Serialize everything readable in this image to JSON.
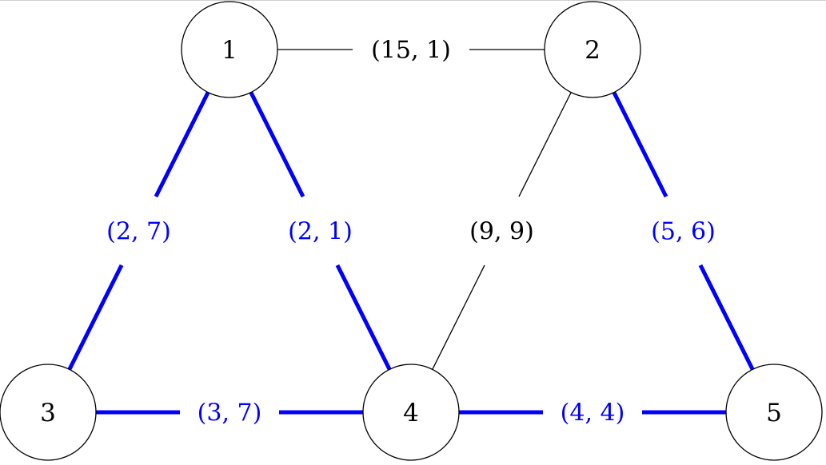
{
  "diagram": {
    "type": "weighted-graph",
    "highlight_color": "#0000ff",
    "default_color": "#000000",
    "nodes": [
      {
        "id": "1",
        "label": "1"
      },
      {
        "id": "2",
        "label": "2"
      },
      {
        "id": "3",
        "label": "3"
      },
      {
        "id": "4",
        "label": "4"
      },
      {
        "id": "5",
        "label": "5"
      }
    ],
    "edges": [
      {
        "from": "1",
        "to": "2",
        "label": "(15, 1)",
        "highlighted": false
      },
      {
        "from": "1",
        "to": "3",
        "label": "(2, 7)",
        "highlighted": true
      },
      {
        "from": "1",
        "to": "4",
        "label": "(2, 1)",
        "highlighted": true
      },
      {
        "from": "2",
        "to": "4",
        "label": "(9, 9)",
        "highlighted": false
      },
      {
        "from": "2",
        "to": "5",
        "label": "(5, 6)",
        "highlighted": true
      },
      {
        "from": "3",
        "to": "4",
        "label": "(3, 7)",
        "highlighted": true
      },
      {
        "from": "4",
        "to": "5",
        "label": "(4, 4)",
        "highlighted": true
      }
    ]
  }
}
